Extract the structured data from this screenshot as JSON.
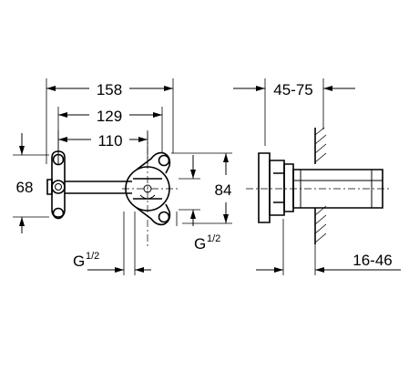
{
  "front_view": {
    "dim_width_outer": "158",
    "dim_width_mid": "129",
    "dim_width_inner": "110",
    "dim_height_left": "68",
    "dim_height_right": "84",
    "thread_left": {
      "letter": "G",
      "fraction": "1/2"
    },
    "thread_right": {
      "letter": "G",
      "fraction": "1/2"
    }
  },
  "side_view": {
    "dim_depth": "45-75",
    "dim_wall": "16-46"
  }
}
